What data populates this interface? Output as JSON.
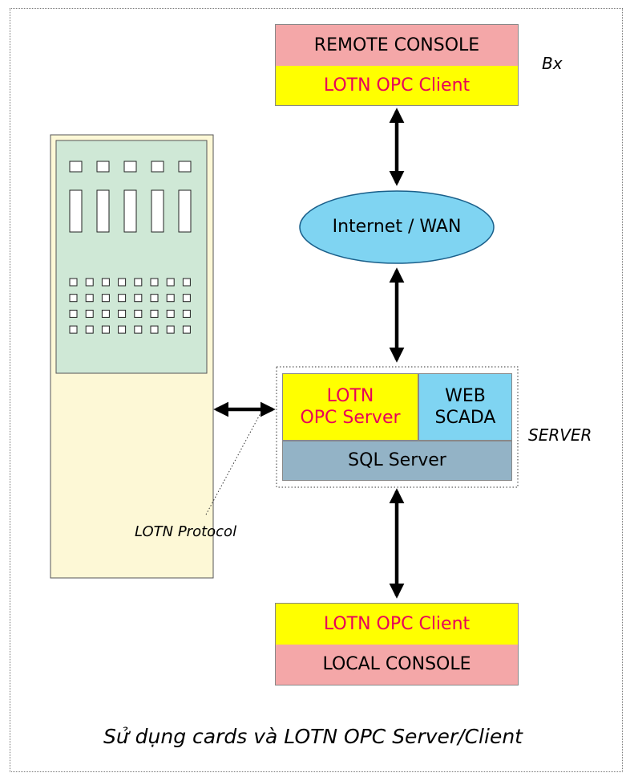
{
  "remote": {
    "console_label": "REMOTE CONSOLE",
    "client_label": "LOTN OPC Client",
    "tag": "Bx"
  },
  "network": {
    "label": "Internet / WAN"
  },
  "server": {
    "opc_line1": "LOTN",
    "opc_line2": "OPC Server",
    "web_line1": "WEB",
    "web_line2": "SCADA",
    "sql_label": "SQL Server",
    "tag": "SERVER"
  },
  "local": {
    "client_label": "LOTN OPC Client",
    "console_label": "LOCAL CONSOLE"
  },
  "protocol": {
    "label": "LOTN Protocol"
  },
  "caption": "Sử dụng cards và LOTN OPC Server/Client",
  "colors": {
    "console": "#f4a7a8",
    "client": "#ffff00",
    "client_text": "#e8005a",
    "network": "#7fd4f2",
    "sql": "#93b3c6",
    "cabinet": "#fdf8d6",
    "panel": "#cfe8d6"
  }
}
